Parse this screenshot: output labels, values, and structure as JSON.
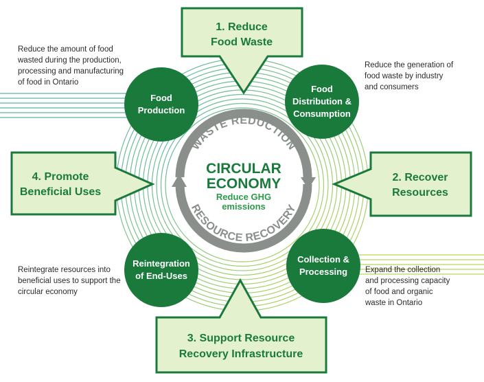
{
  "center": {
    "title_line1": "CIRCULAR",
    "title_line2": "ECONOMY",
    "subtitle_line1": "Reduce GHG",
    "subtitle_line2": "emissions",
    "arc_top": "WASTE REDUCTION",
    "arc_bottom": "RESOURCE RECOVERY"
  },
  "stages": [
    {
      "id": "food-production",
      "line1": "Food",
      "line2": "Production",
      "line3": ""
    },
    {
      "id": "food-distribution",
      "line1": "Food",
      "line2": "Distribution &",
      "line3": "Consumption"
    },
    {
      "id": "collection-processing",
      "line1": "Collection &",
      "line2": "Processing",
      "line3": ""
    },
    {
      "id": "reintegration",
      "line1": "Reintegration",
      "line2": "of End-Uses",
      "line3": ""
    }
  ],
  "callouts": [
    {
      "id": "reduce-food-waste",
      "line1": "1. Reduce",
      "line2": "Food Waste"
    },
    {
      "id": "recover-resources",
      "line1": "2. Recover",
      "line2": "Resources"
    },
    {
      "id": "support-infrastructure",
      "line1": "3. Support Resource",
      "line2": "Recovery Infrastructure"
    },
    {
      "id": "promote-uses",
      "line1": "4. Promote",
      "line2": "Beneficial Uses"
    }
  ],
  "notes": {
    "top_left": "Reduce the amount of food\nwasted during the production,\nprocessing and manufacturing\nof food in Ontario",
    "top_right": "Reduce the generation of\nfood waste by  industry\nand consumers",
    "bottom_left": "Reintegrate resources into\nbeneficial uses to support the\ncircular economy",
    "bottom_right": "Expand the collection\nand processing capacity\nof food and organic\nwaste in Ontario"
  },
  "colors": {
    "dark_green": "#1a7a3c",
    "callout_fill": "#e4f1cf",
    "callout_border": "#1a7a3c",
    "grey": "#8a8f8c",
    "ring_teal": "#5bb5a8",
    "ring_lime": "#b8d85a"
  }
}
